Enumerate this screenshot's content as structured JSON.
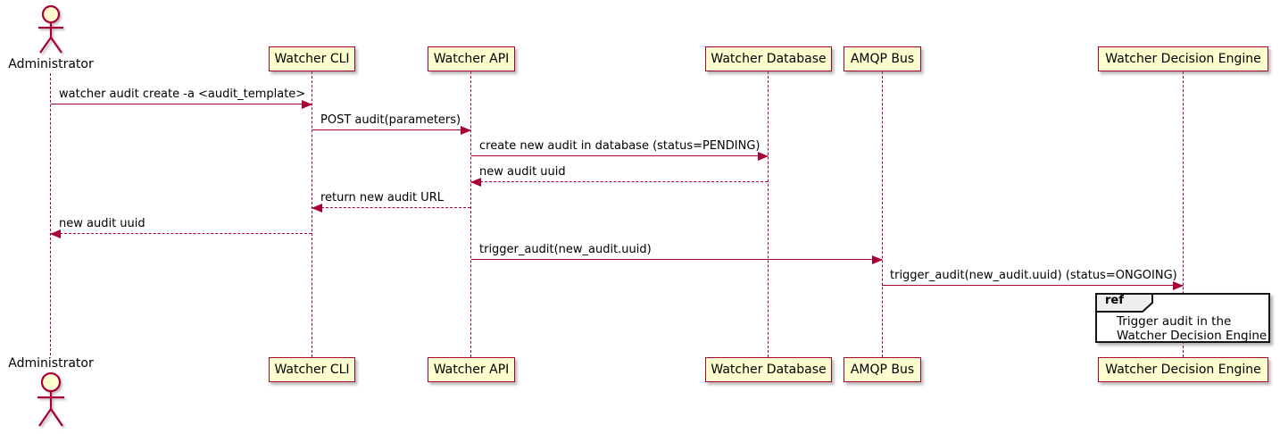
{
  "colors": {
    "line": "#A80036",
    "participant-fill": "#FEFECE",
    "ref-tab-fill": "#EEEEEE",
    "text": "#000000"
  },
  "actor": {
    "name": "Administrator"
  },
  "participants": [
    {
      "label": "Watcher CLI"
    },
    {
      "label": "Watcher API"
    },
    {
      "label": "Watcher Database"
    },
    {
      "label": "AMQP Bus"
    },
    {
      "label": "Watcher Decision Engine"
    }
  ],
  "messages": [
    {
      "from": "Administrator",
      "to": "Watcher CLI",
      "style": "solid",
      "text": "watcher audit create -a <audit_template>"
    },
    {
      "from": "Watcher CLI",
      "to": "Watcher API",
      "style": "solid",
      "text": "POST audit(parameters)"
    },
    {
      "from": "Watcher API",
      "to": "Watcher Database",
      "style": "solid",
      "text": "create new audit in database (status=PENDING)"
    },
    {
      "from": "Watcher Database",
      "to": "Watcher API",
      "style": "dashed",
      "text": "new audit uuid"
    },
    {
      "from": "Watcher API",
      "to": "Watcher CLI",
      "style": "dashed",
      "text": "return new audit URL"
    },
    {
      "from": "Watcher CLI",
      "to": "Administrator",
      "style": "dashed",
      "text": "new audit uuid"
    },
    {
      "from": "Watcher API",
      "to": "AMQP Bus",
      "style": "solid",
      "text": "trigger_audit(new_audit.uuid)"
    },
    {
      "from": "AMQP Bus",
      "to": "Watcher Decision Engine",
      "style": "solid",
      "text": "trigger_audit(new_audit.uuid) (status=ONGOING)"
    }
  ],
  "ref": {
    "keyword": "ref",
    "lines": [
      "Trigger audit in the",
      "Watcher Decision Engine"
    ]
  }
}
